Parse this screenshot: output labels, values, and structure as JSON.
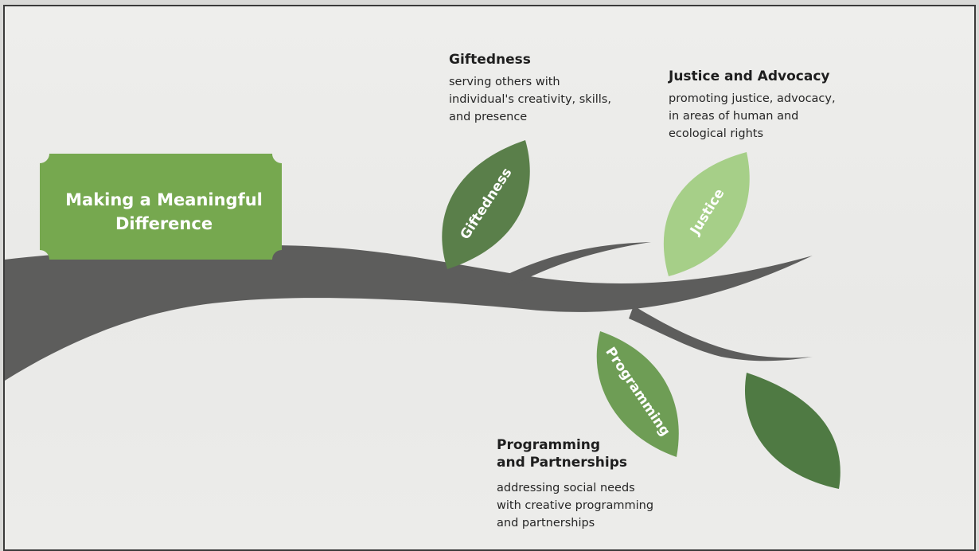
{
  "diagram": {
    "banner": {
      "lines": [
        "Making a Meaningful",
        "Difference"
      ],
      "color": "#76a84f"
    },
    "leaves": [
      {
        "label": "Giftedness",
        "color": "#5a7f4a"
      },
      {
        "label": "Justice",
        "color": "#a6cf88"
      },
      {
        "label": "Programming",
        "color": "#6e9d55"
      },
      {
        "label": "",
        "color": "#4f7a43"
      }
    ],
    "branch_color": "#5d5d5c",
    "sections": {
      "giftedness": {
        "title": "Giftedness",
        "desc": [
          "serving others with",
          "individual's creativity, skills,",
          "and presence"
        ]
      },
      "justice": {
        "title": "Justice and Advocacy",
        "desc": [
          "promoting justice, advocacy,",
          "in areas of human and",
          "ecological rights"
        ]
      },
      "programming": {
        "title": [
          "Programming",
          "and Partnerships"
        ],
        "desc": [
          "addressing social needs",
          "with creative programming",
          "and partnerships"
        ]
      }
    }
  }
}
